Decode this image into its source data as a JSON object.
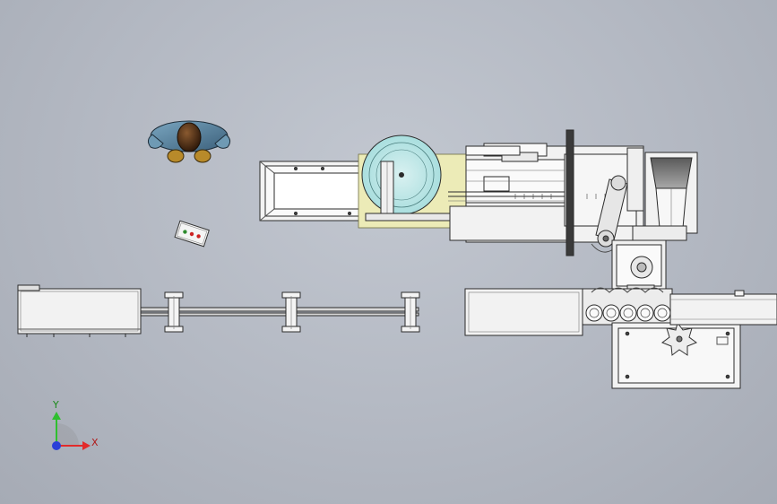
{
  "viewport": {
    "background_color": "#b6bbc5",
    "line_color": "#2b2b2b",
    "part_fill": "#f2f2f2"
  },
  "model": {
    "components": [
      "operator",
      "control-pendant",
      "infeed-conveyor",
      "guide-rail-assembly",
      "holding-box",
      "rotary-feeder",
      "carriage-rail",
      "robot-arm",
      "discharge-hopper",
      "gearbox",
      "pocket-conveyor",
      "star-wheel-table",
      "outfeed-conveyor"
    ],
    "pendant_lights": [
      "#2e8b2e",
      "#cc2222",
      "#cc2222"
    ]
  },
  "triad": {
    "x_label": "X",
    "y_label": "Y",
    "x_color": "#e22a2a",
    "y_color": "#2fbf2f",
    "z_color": "#2a3fd8"
  }
}
